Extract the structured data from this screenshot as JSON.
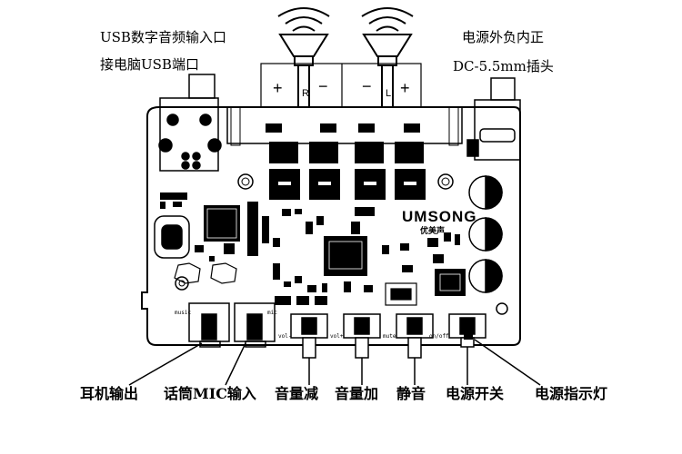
{
  "labels": {
    "usb_input_line1": "USB数字音频输入口",
    "usb_input_line2": "接电脑USB端口",
    "power_line1": "电源外负内正",
    "power_line2": "DC-5.5mm插头",
    "headphone_out": "耳机输出",
    "mic_in": "话筒MIC输入",
    "vol_down": "音量减",
    "vol_up": "音量加",
    "mute": "静音",
    "power_switch": "电源开关",
    "power_led": "电源指示灯"
  },
  "board_marks": {
    "music": "music",
    "mic": "mic",
    "vol_minus": "vol-",
    "vol_plus": "vol+",
    "mute": "mute",
    "on_off": "on/off"
  },
  "speaker_polarity": {
    "left_plus": "+",
    "left_r": "R",
    "left_minus": "−",
    "right_minus": "−",
    "right_l": "L",
    "right_plus": "+"
  },
  "brand": {
    "name": "UMSONG",
    "chinese": "优美声"
  }
}
